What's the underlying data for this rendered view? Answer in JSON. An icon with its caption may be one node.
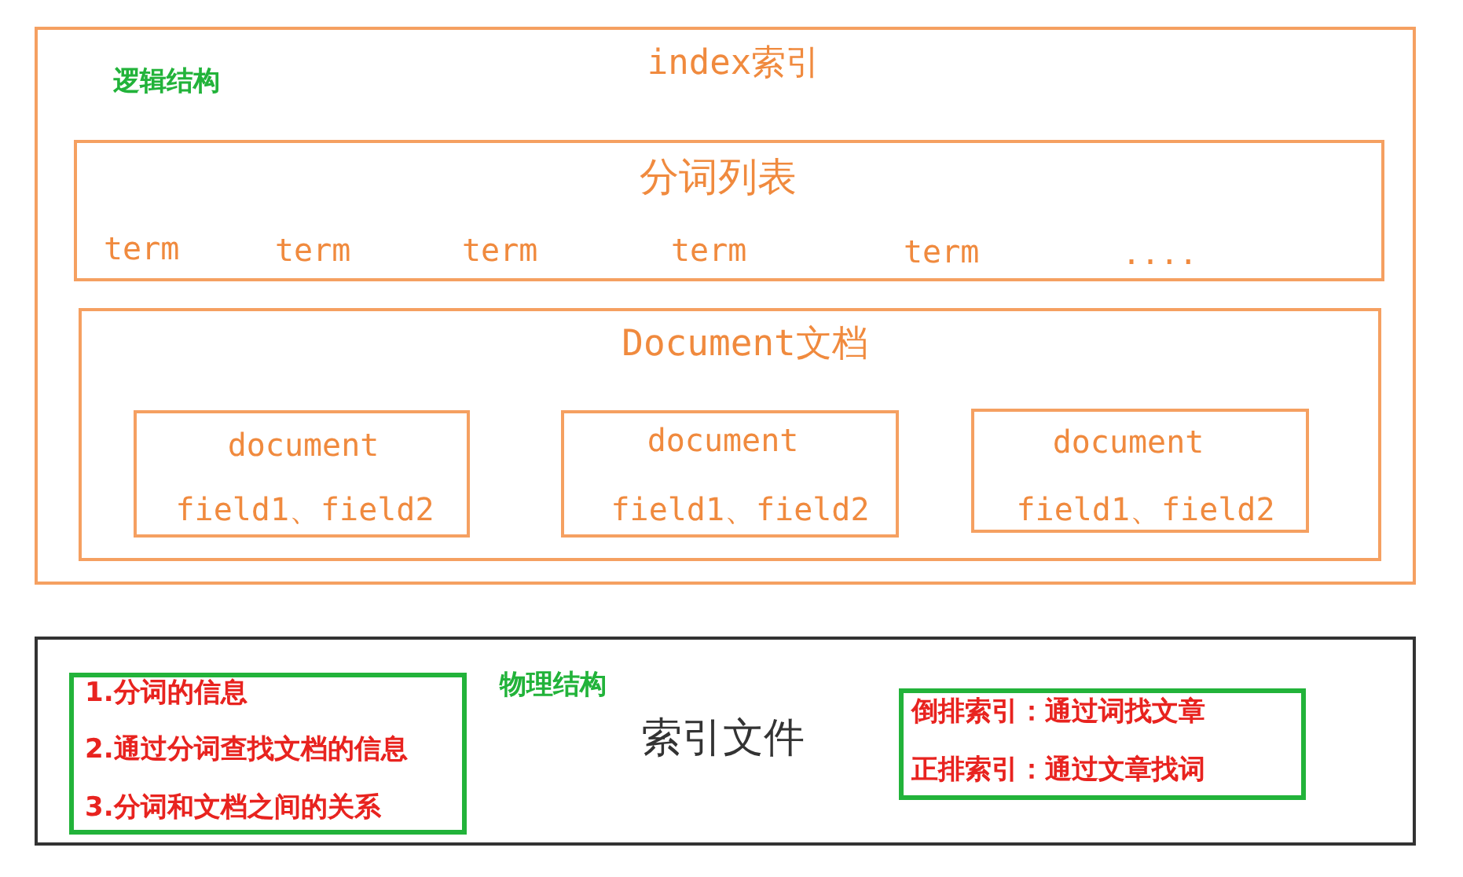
{
  "diagram": {
    "nodes": [
      {
        "text": [
          "index索引",
          "逻辑结构"
        ]
      },
      {
        "text": [
          "分词列表",
          "term",
          "term",
          "term",
          "term",
          "term",
          "...."
        ],
        "in": 0
      },
      {
        "text": [
          "Document文档"
        ],
        "in": 0
      },
      {
        "text": [
          "document",
          "field1、field2"
        ],
        "in": 2
      },
      {
        "text": [
          "document",
          "field1、field2"
        ],
        "in": 2
      },
      {
        "text": [
          "document",
          "field1、field2"
        ],
        "in": 2
      },
      {
        "text": [
          "索引文件",
          "物理结构"
        ]
      },
      {
        "text": [
          "1.分词的信息",
          "2.通过分词查找文档的信息",
          "3.分词和文档之间的关系"
        ],
        "in": 6
      },
      {
        "text": [
          "倒排索引：通过词找文章",
          "正排索引：通过文章找词"
        ],
        "in": 6
      }
    ]
  }
}
